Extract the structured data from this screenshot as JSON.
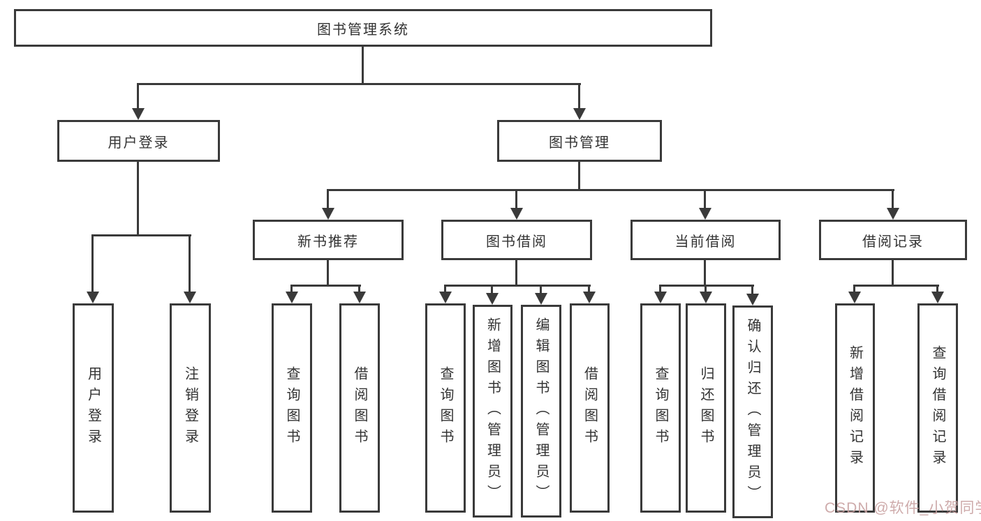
{
  "diagram": {
    "type": "hierarchy-tree",
    "root": {
      "label": "图书管理系统",
      "children": [
        {
          "label": "用户登录",
          "children": [
            {
              "label": "用户登录"
            },
            {
              "label": "注销登录"
            }
          ]
        },
        {
          "label": "图书管理",
          "children": [
            {
              "label": "新书推荐",
              "children": [
                {
                  "label": "查询图书"
                },
                {
                  "label": "借阅图书"
                }
              ]
            },
            {
              "label": "图书借阅",
              "children": [
                {
                  "label": "查询图书"
                },
                {
                  "label": "新增图书（管理员）"
                },
                {
                  "label": "编辑图书（管理员）"
                },
                {
                  "label": "借阅图书"
                }
              ]
            },
            {
              "label": "当前借阅",
              "children": [
                {
                  "label": "查询图书"
                },
                {
                  "label": "归还图书"
                },
                {
                  "label": "确认归还（管理员）"
                }
              ]
            },
            {
              "label": "借阅记录",
              "children": [
                {
                  "label": "新增借阅记录"
                },
                {
                  "label": "查询借阅记录"
                }
              ]
            }
          ]
        }
      ]
    }
  },
  "watermark": {
    "text": "CSDN @软件_小贺同学"
  },
  "colors": {
    "line": "#3a3a3a",
    "text": "#333333",
    "watermark": "#c9a2a2",
    "background": "#ffffff"
  }
}
